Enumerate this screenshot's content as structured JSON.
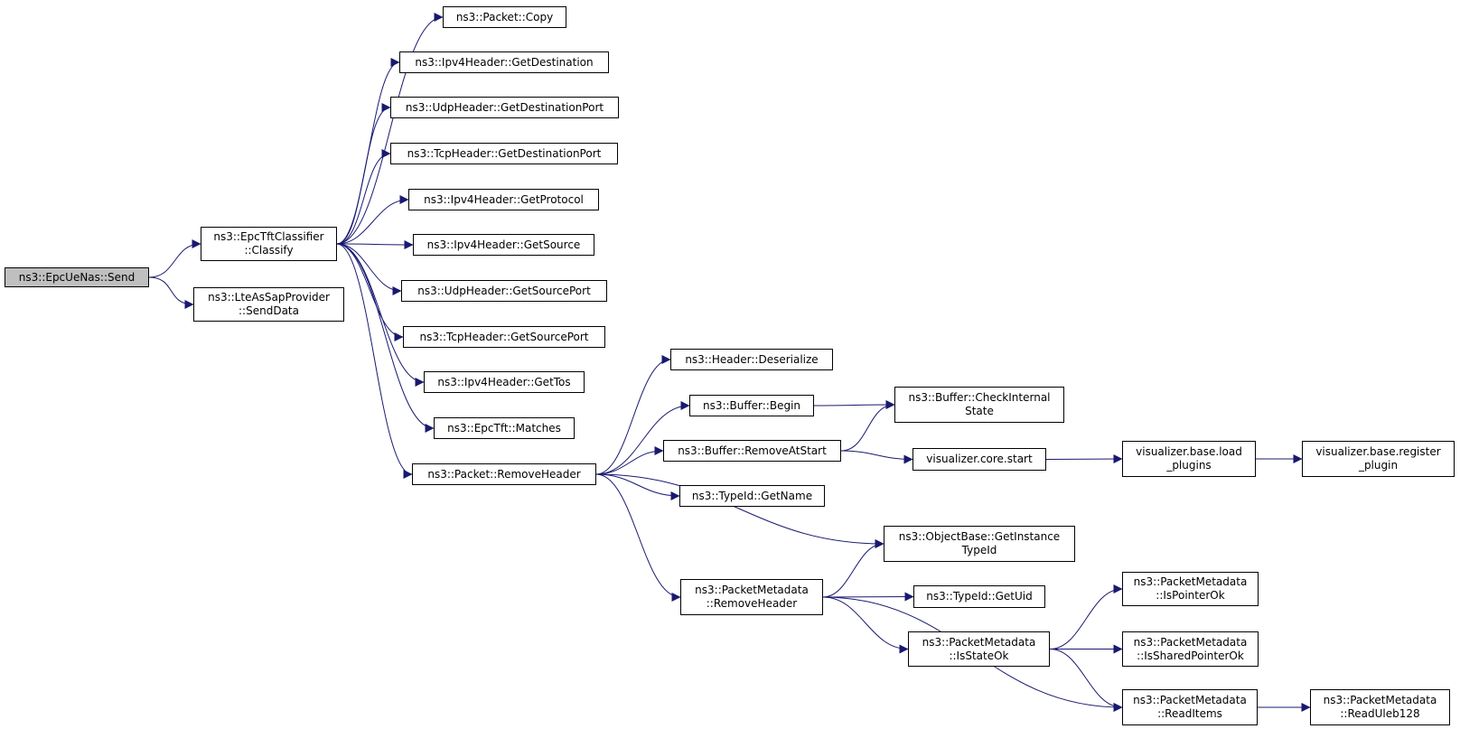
{
  "colors": {
    "edge": "#191970",
    "root_fill": "#bfbfbf",
    "node_fill": "#ffffff",
    "node_border": "#000000"
  },
  "nodes": {
    "send": {
      "lines": [
        "ns3::EpcUeNas::Send"
      ]
    },
    "classify": {
      "lines": [
        "ns3::EpcTftClassifier",
        "::Classify"
      ]
    },
    "senddata": {
      "lines": [
        "ns3::LteAsSapProvider",
        "::SendData"
      ]
    },
    "copy": {
      "lines": [
        "ns3::Packet::Copy"
      ]
    },
    "ipv4dest": {
      "lines": [
        "ns3::Ipv4Header::GetDestination"
      ]
    },
    "udpdestport": {
      "lines": [
        "ns3::UdpHeader::GetDestinationPort"
      ]
    },
    "tcpdestport": {
      "lines": [
        "ns3::TcpHeader::GetDestinationPort"
      ]
    },
    "ipv4proto": {
      "lines": [
        "ns3::Ipv4Header::GetProtocol"
      ]
    },
    "ipv4source": {
      "lines": [
        "ns3::Ipv4Header::GetSource"
      ]
    },
    "udpsrcport": {
      "lines": [
        "ns3::UdpHeader::GetSourcePort"
      ]
    },
    "tcpsrcport": {
      "lines": [
        "ns3::TcpHeader::GetSourcePort"
      ]
    },
    "ipv4tos": {
      "lines": [
        "ns3::Ipv4Header::GetTos"
      ]
    },
    "matches": {
      "lines": [
        "ns3::EpcTft::Matches"
      ]
    },
    "removeheader": {
      "lines": [
        "ns3::Packet::RemoveHeader"
      ]
    },
    "deserialize": {
      "lines": [
        "ns3::Header::Deserialize"
      ]
    },
    "begin": {
      "lines": [
        "ns3::Buffer::Begin"
      ]
    },
    "removeatstart": {
      "lines": [
        "ns3::Buffer::RemoveAtStart"
      ]
    },
    "getname": {
      "lines": [
        "ns3::TypeId::GetName"
      ]
    },
    "checkinternal": {
      "lines": [
        "ns3::Buffer::CheckInternal",
        "State"
      ]
    },
    "corestart": {
      "lines": [
        "visualizer.core.start"
      ]
    },
    "loadplugins": {
      "lines": [
        "visualizer.base.load",
        "_plugins"
      ]
    },
    "registerplugin": {
      "lines": [
        "visualizer.base.register",
        "_plugin"
      ]
    },
    "getinstancetypeid": {
      "lines": [
        "ns3::ObjectBase::GetInstance",
        "TypeId"
      ]
    },
    "pmremoveheader": {
      "lines": [
        "ns3::PacketMetadata",
        "::RemoveHeader"
      ]
    },
    "getuid": {
      "lines": [
        "ns3::TypeId::GetUid"
      ]
    },
    "isstateok": {
      "lines": [
        "ns3::PacketMetadata",
        "::IsStateOk"
      ]
    },
    "ispointerok": {
      "lines": [
        "ns3::PacketMetadata",
        "::IsPointerOk"
      ]
    },
    "issharedpointerok": {
      "lines": [
        "ns3::PacketMetadata",
        "::IsSharedPointerOk"
      ]
    },
    "readitems": {
      "lines": [
        "ns3::PacketMetadata",
        "::ReadItems"
      ]
    },
    "readuleb": {
      "lines": [
        "ns3::PacketMetadata",
        "::ReadUleb128"
      ]
    }
  },
  "edges": [
    [
      "send",
      "classify"
    ],
    [
      "send",
      "senddata"
    ],
    [
      "classify",
      "copy"
    ],
    [
      "classify",
      "ipv4dest"
    ],
    [
      "classify",
      "udpdestport"
    ],
    [
      "classify",
      "tcpdestport"
    ],
    [
      "classify",
      "ipv4proto"
    ],
    [
      "classify",
      "ipv4source"
    ],
    [
      "classify",
      "udpsrcport"
    ],
    [
      "classify",
      "tcpsrcport"
    ],
    [
      "classify",
      "ipv4tos"
    ],
    [
      "classify",
      "matches"
    ],
    [
      "classify",
      "removeheader"
    ],
    [
      "removeheader",
      "deserialize"
    ],
    [
      "removeheader",
      "begin"
    ],
    [
      "removeheader",
      "removeatstart"
    ],
    [
      "removeheader",
      "getname"
    ],
    [
      "removeheader",
      "getinstancetypeid"
    ],
    [
      "removeheader",
      "pmremoveheader"
    ],
    [
      "begin",
      "checkinternal"
    ],
    [
      "removeatstart",
      "checkinternal"
    ],
    [
      "removeatstart",
      "corestart"
    ],
    [
      "corestart",
      "loadplugins"
    ],
    [
      "loadplugins",
      "registerplugin"
    ],
    [
      "pmremoveheader",
      "getinstancetypeid"
    ],
    [
      "pmremoveheader",
      "getuid"
    ],
    [
      "pmremoveheader",
      "isstateok"
    ],
    [
      "pmremoveheader",
      "readitems"
    ],
    [
      "isstateok",
      "ispointerok"
    ],
    [
      "isstateok",
      "issharedpointerok"
    ],
    [
      "isstateok",
      "readitems"
    ],
    [
      "readitems",
      "readuleb"
    ]
  ]
}
